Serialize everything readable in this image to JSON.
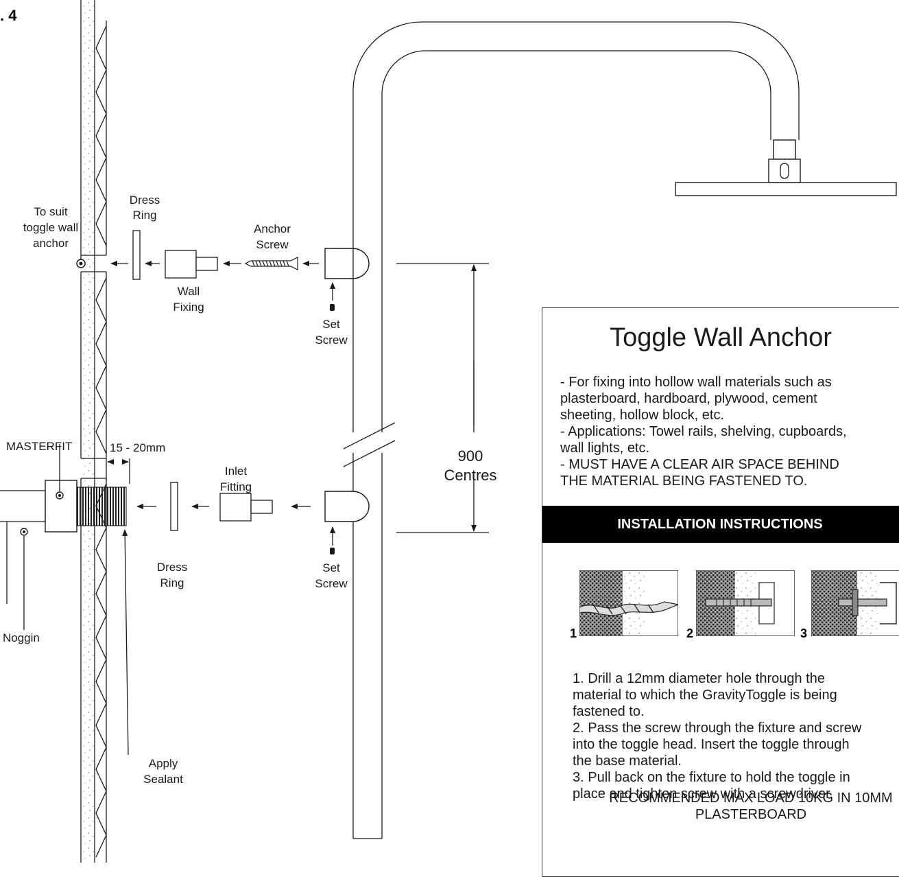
{
  "figure": {
    "label": ". 4"
  },
  "labels": {
    "to_suit_line1": "To suit",
    "to_suit_line2": "toggle wall",
    "to_suit_line3": "anchor",
    "dress_ring_top_line1": "Dress",
    "dress_ring_top_line2": "Ring",
    "anchor_screw_line1": "Anchor",
    "anchor_screw_line2": "Screw",
    "wall_fixing_line1": "Wall",
    "wall_fixing_line2": "Fixing",
    "set_screw_top_line1": "Set",
    "set_screw_top_line2": "Screw",
    "centres_value": "900",
    "centres_label": "Centres",
    "masterfit": "MASTERFIT",
    "gap": "15 - 20mm",
    "inlet_fitting_line1": "Inlet",
    "inlet_fitting_line2": "Fitting",
    "dress_ring_bottom_line1": "Dress",
    "dress_ring_bottom_line2": "Ring",
    "set_screw_bottom_line1": "Set",
    "set_screw_bottom_line2": "Screw",
    "noggin": "Noggin",
    "apply_sealant_line1": "Apply",
    "apply_sealant_line2": "Sealant"
  },
  "panel": {
    "title": "Toggle Wall Anchor",
    "desc_1a": "- For fixing into hollow wall materials such as",
    "desc_1b": "plasterboard, hardboard, plywood, cement",
    "desc_1c": "sheeting, hollow block, etc.",
    "desc_2a": "- Applications: Towel rails, shelving, cupboards,",
    "desc_2b": "wall lights, etc.",
    "desc_3a": "- MUST HAVE A CLEAR AIR SPACE BEHIND",
    "desc_3b": "THE MATERIAL BEING FASTENED TO.",
    "install_heading": "INSTALLATION INSTRUCTIONS",
    "step_nums": [
      "1",
      "2",
      "3"
    ],
    "step_1a": "1. Drill a 12mm diameter hole through the",
    "step_1b": "material to which the GravityToggle is being",
    "step_1c": "fastened to.",
    "step_2a": "2. Pass the screw through the fixture and screw",
    "step_2b": "into the toggle head. Insert the toggle through",
    "step_2c": "the base material.",
    "step_3a": "3. Pull back on the fixture to hold the toggle in",
    "step_3b": "place and tighten screw with a screwdriver.",
    "note_a": "RECOMMENDED MAX LOAD 10KG IN 10MM",
    "note_b": "PLASTERBOARD"
  }
}
